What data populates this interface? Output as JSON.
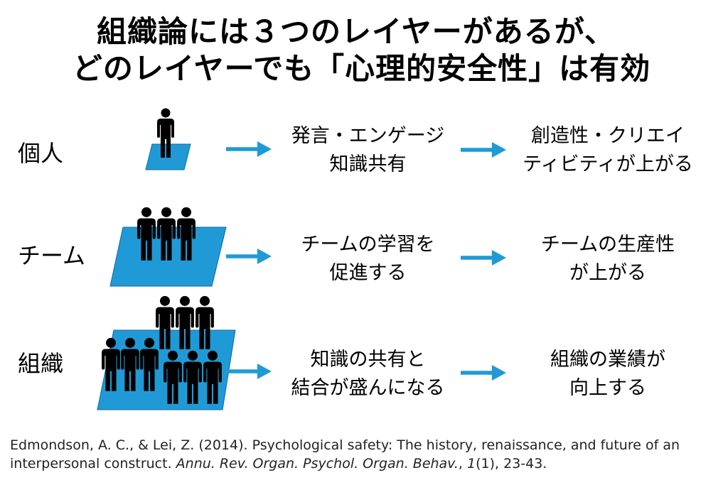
{
  "title": {
    "line1": "組織論には３つのレイヤーがあるが、",
    "line2": "どのレイヤーでも「心理的安全性」は有効"
  },
  "colors": {
    "accent": "#1f9ad6",
    "text": "#000000"
  },
  "icons": {
    "person": "person-silhouette-icon",
    "arrow": "right-arrow-icon",
    "platform": "platform-parallelogram-icon"
  },
  "rows": [
    {
      "level": "個人",
      "people": 1,
      "effect": [
        "発言・エンゲージ",
        "知識共有"
      ],
      "outcome": [
        "創造性・クリエイ",
        "ティビティが上がる"
      ]
    },
    {
      "level": "チーム",
      "people": 3,
      "effect": [
        "チームの学習を",
        "促進する"
      ],
      "outcome": [
        "チームの生産性",
        "が上がる"
      ]
    },
    {
      "level": "組織",
      "people": 9,
      "effect": [
        "知識の共有と",
        "結合が盛んになる"
      ],
      "outcome": [
        "組織の業績が",
        "向上する"
      ]
    }
  ],
  "citation": {
    "text": "Edmondson, A. C., & Lei, Z. (2014). Psychological safety: The history, renaissance, and future of an interpersonal construct. ",
    "journal": "Annu. Rev. Organ. Psychol. Organ. Behav.",
    "volume": "1",
    "issue_pages": "(1), 23-43."
  }
}
